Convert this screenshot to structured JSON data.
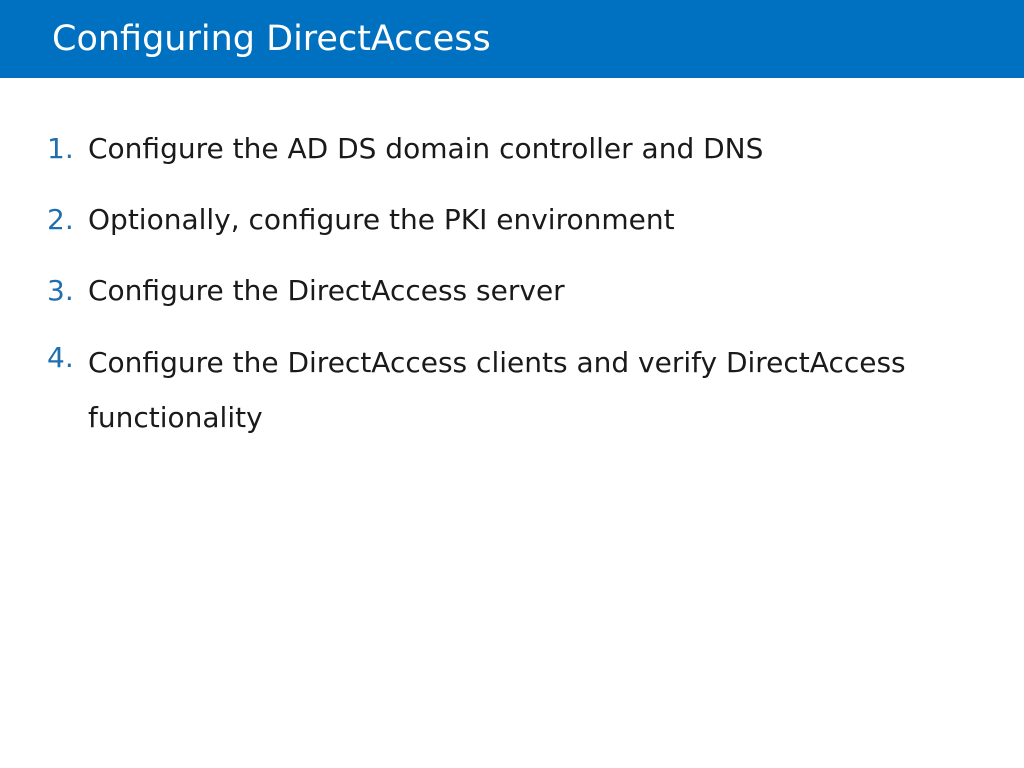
{
  "slide": {
    "title": "Configuring DirectAccess",
    "accent_color": "#0070c0",
    "number_color": "#1f6eb0",
    "steps": [
      {
        "number": "1.",
        "text": "Configure the AD DS domain controller and DNS"
      },
      {
        "number": "2.",
        "text": "Optionally, configure the PKI environment"
      },
      {
        "number": "3.",
        "text": "Configure the DirectAccess server"
      },
      {
        "number": "4.",
        "text": "Configure the DirectAccess clients and verify DirectAccess functionality"
      }
    ]
  }
}
